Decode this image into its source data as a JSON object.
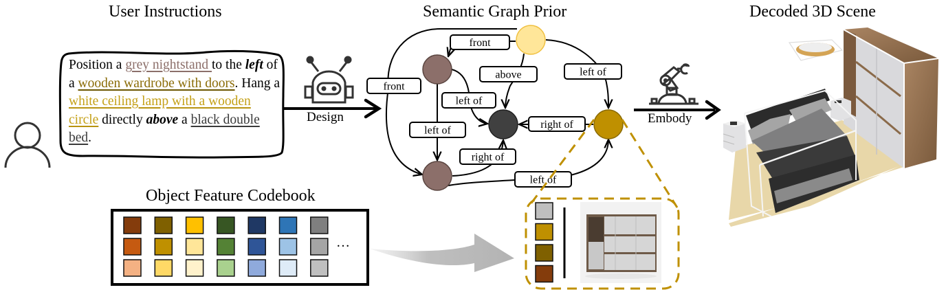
{
  "titles": {
    "user_instructions": "User Instructions",
    "semantic_graph": "Semantic Graph Prior",
    "decoded_scene": "Decoded 3D Scene",
    "codebook": "Object Feature Codebook"
  },
  "instruction": {
    "segments": [
      {
        "text": "Position a ",
        "style": "plain"
      },
      {
        "text": "grey nightstand ",
        "style": "object-nightstand"
      },
      {
        "text": "to the ",
        "style": "plain"
      },
      {
        "text": "left",
        "style": "relation"
      },
      {
        "text": " of a ",
        "style": "plain"
      },
      {
        "text": "wooden wardrobe with doors",
        "style": "object-wardrobe"
      },
      {
        "text": ". Hang a ",
        "style": "plain"
      },
      {
        "text": "white ceiling lamp with a wooden circle",
        "style": "object-lamp"
      },
      {
        "text": " directly ",
        "style": "plain"
      },
      {
        "text": "above",
        "style": "relation"
      },
      {
        "text": " a ",
        "style": "plain"
      },
      {
        "text": "black double bed",
        "style": "object-bed"
      },
      {
        "text": ".",
        "style": "plain"
      }
    ]
  },
  "arrows": {
    "design_label": "Design",
    "embody_label": "Embody"
  },
  "icons": {
    "user": "user-icon",
    "design": "robot-icon",
    "embody": "robot-arm-icon"
  },
  "graph": {
    "nodes": [
      {
        "id": "lamp",
        "color": "#ffe699",
        "stroke": "#f0c040"
      },
      {
        "id": "nightstand_top",
        "color": "#8c6f6a",
        "stroke": "#5a4540"
      },
      {
        "id": "bed",
        "color": "#404040",
        "stroke": "#202020"
      },
      {
        "id": "wardrobe",
        "color": "#bf9000",
        "stroke": "#8a6a00"
      },
      {
        "id": "nightstand_bottom",
        "color": "#8c6f6a",
        "stroke": "#5a4540"
      }
    ],
    "edges": [
      {
        "from": "lamp",
        "to": "nightstand_top",
        "label": "front"
      },
      {
        "from": "lamp",
        "to": "nightstand_bottom",
        "label": "front"
      },
      {
        "from": "lamp",
        "to": "bed",
        "label": "above"
      },
      {
        "from": "lamp",
        "to": "wardrobe",
        "label": "left of"
      },
      {
        "from": "nightstand_top",
        "to": "bed",
        "label": "left of"
      },
      {
        "from": "nightstand_top",
        "to": "nightstand_bottom",
        "label": "left of"
      },
      {
        "from": "wardrobe",
        "to": "bed",
        "label": "right of"
      },
      {
        "from": "nightstand_bottom",
        "to": "bed",
        "label": "right of"
      },
      {
        "from": "nightstand_bottom",
        "to": "wardrobe",
        "label": "left of"
      }
    ]
  },
  "codebook": {
    "rows": [
      [
        "#843c0c",
        "#7f6000",
        "#ffc000",
        "#375623",
        "#1f3864",
        "#2e75b6",
        "#7f7f7f"
      ],
      [
        "#c55a11",
        "#bf9000",
        "#ffe699",
        "#548235",
        "#2f5597",
        "#9dc3e6",
        "#a5a5a5"
      ],
      [
        "#f4b183",
        "#ffd966",
        "#fff2cc",
        "#a9d18e",
        "#8faadc",
        "#deebf7",
        "#bfbfbf"
      ]
    ],
    "more": "…"
  },
  "callout": {
    "selected_features": [
      "#bfbfbf",
      "#bf9000",
      "#7f6000",
      "#843c0c"
    ],
    "border_color": "#bf9000",
    "preview": "wardrobe-render"
  },
  "scene": {
    "objects": [
      "ceiling lamp",
      "wardrobe",
      "double bed",
      "nightstand",
      "nightstand"
    ]
  }
}
